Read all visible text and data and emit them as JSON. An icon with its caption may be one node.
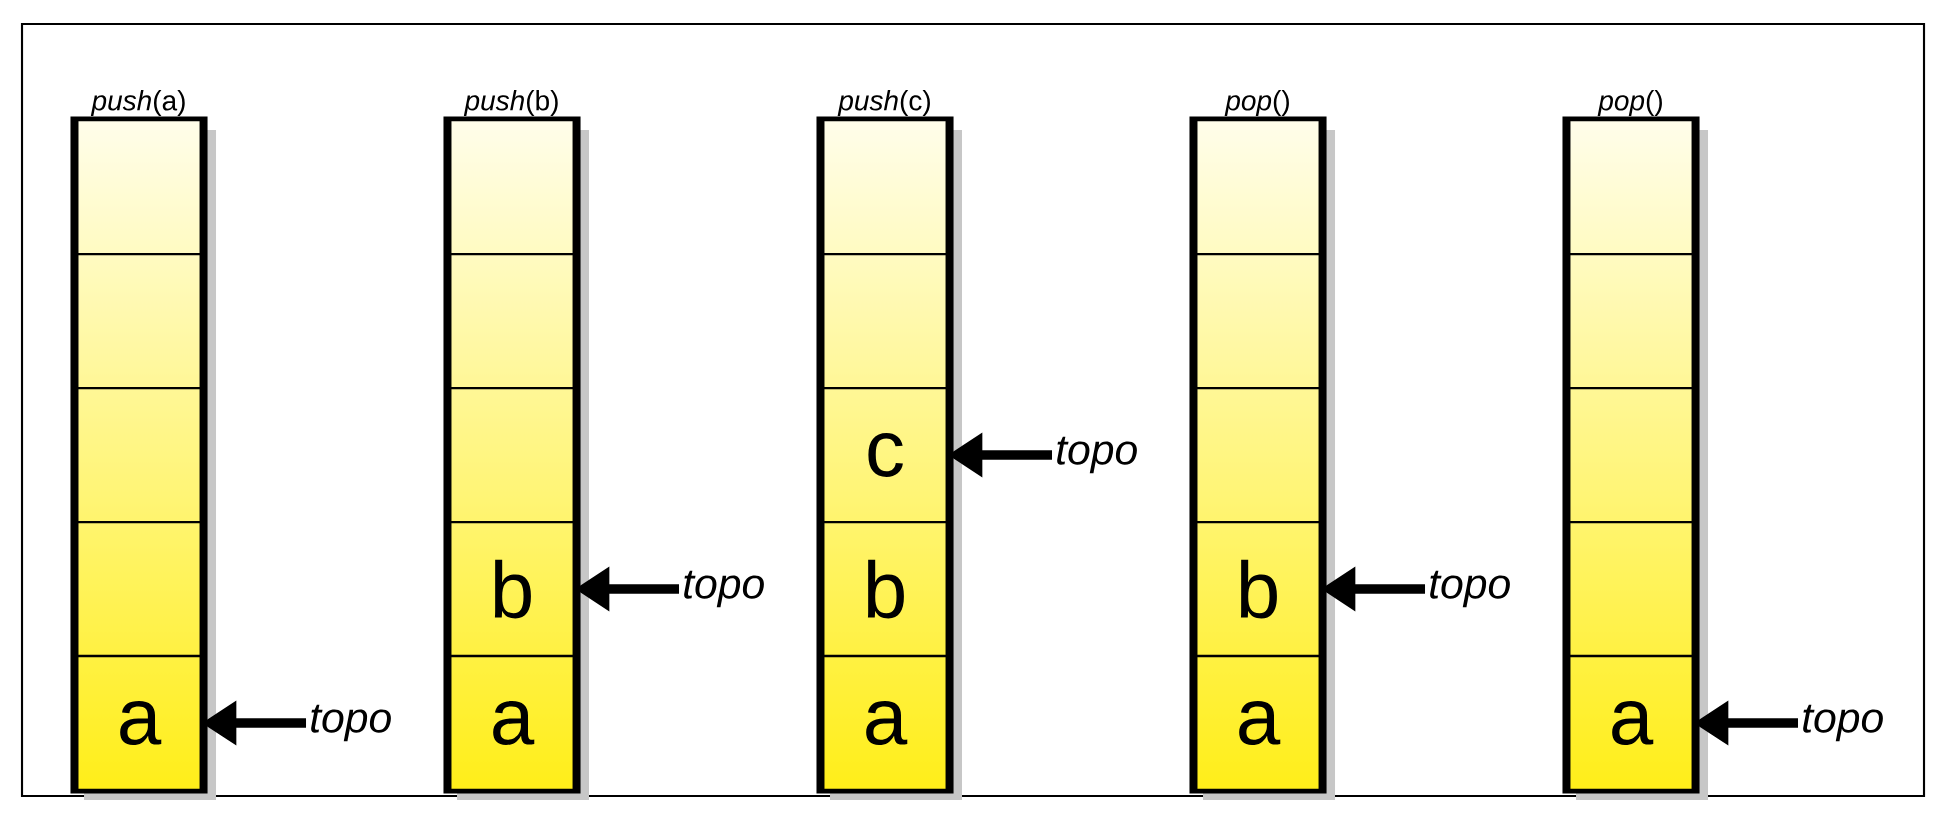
{
  "diagram": {
    "nodes": [
      {
        "text": [
          "*push*(a)"
        ]
      },
      {
        "text": [],
        "shape": "box",
        "in": 0
      },
      {
        "text": [],
        "shape": "box",
        "in": 0
      },
      {
        "text": [],
        "shape": "box",
        "in": 0
      },
      {
        "text": [],
        "shape": "box",
        "in": 0
      },
      {
        "text": [
          "a"
        ],
        "in": 0
      },
      {
        "text": [
          "topo"
        ]
      },
      {
        "text": [
          "*push*(b)"
        ]
      },
      {
        "text": [],
        "shape": "box",
        "in": 7
      },
      {
        "text": [],
        "shape": "box",
        "in": 7
      },
      {
        "text": [],
        "shape": "box",
        "in": 7
      },
      {
        "text": [
          "b"
        ],
        "in": 7
      },
      {
        "text": [
          "a"
        ],
        "in": 7
      },
      {
        "text": [
          "topo"
        ]
      },
      {
        "text": [
          "*push*(c)"
        ]
      },
      {
        "text": [],
        "shape": "box",
        "in": 14
      },
      {
        "text": [],
        "shape": "box",
        "in": 14
      },
      {
        "text": [
          "c"
        ],
        "in": 14
      },
      {
        "text": [
          "b"
        ],
        "in": 14
      },
      {
        "text": [
          "a"
        ],
        "in": 14
      },
      {
        "text": [
          "topo"
        ]
      },
      {
        "text": [
          "*pop*()"
        ]
      },
      {
        "text": [],
        "shape": "box",
        "in": 21
      },
      {
        "text": [],
        "shape": "box",
        "in": 21
      },
      {
        "text": [],
        "shape": "box",
        "in": 21
      },
      {
        "text": [
          "b"
        ],
        "in": 21
      },
      {
        "text": [
          "a"
        ],
        "in": 21
      },
      {
        "text": [
          "topo"
        ]
      },
      {
        "text": [
          "*pop*()"
        ]
      },
      {
        "text": [],
        "shape": "box",
        "in": 28
      },
      {
        "text": [],
        "shape": "box",
        "in": 28
      },
      {
        "text": [],
        "shape": "box",
        "in": 28
      },
      {
        "text": [],
        "shape": "box",
        "in": 28
      },
      {
        "text": [
          "a"
        ],
        "in": 28
      },
      {
        "text": [
          "topo"
        ]
      }
    ],
    "edges": [
      {
        "from": 6,
        "to": 5,
        "arrow": "to"
      },
      {
        "from": 13,
        "to": 11,
        "arrow": "to"
      },
      {
        "from": 20,
        "to": 17,
        "arrow": "to"
      },
      {
        "from": 27,
        "to": 25,
        "arrow": "to"
      },
      {
        "from": 34,
        "to": 33,
        "arrow": "to"
      }
    ]
  }
}
